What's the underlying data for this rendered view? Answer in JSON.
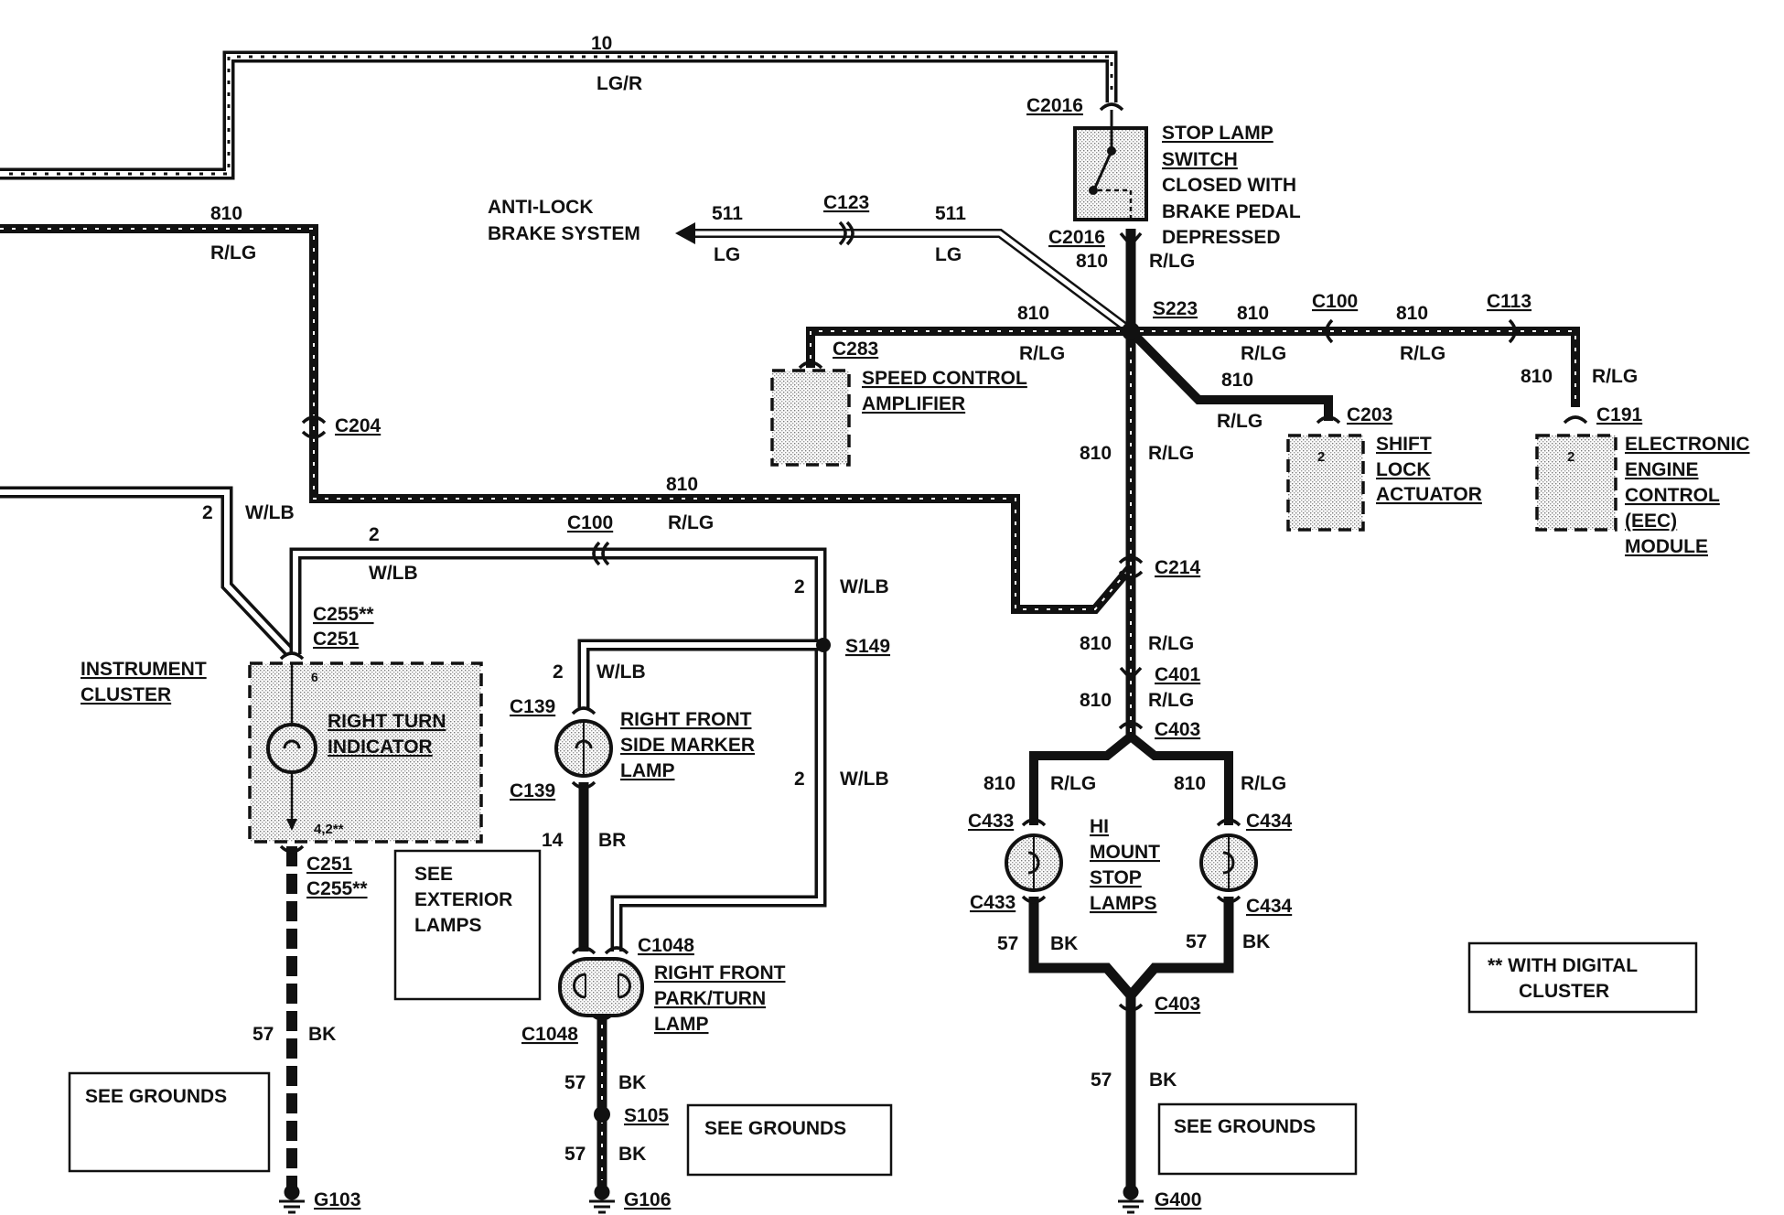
{
  "diagram": {
    "wires": {
      "w10": {
        "num": "10",
        "color": "LG/R"
      },
      "w810_left": {
        "num": "810",
        "color": "R/LG"
      },
      "w511_a": {
        "num": "511",
        "color": "LG"
      },
      "w511_b": {
        "num": "511",
        "color": "LG"
      },
      "w810_switch": {
        "num": "810",
        "color": "R/LG"
      },
      "w810_c283": {
        "num": "810",
        "color": "R/LG"
      },
      "w810_c100": {
        "num": "810",
        "color": "R/LG"
      },
      "w810_c113": {
        "num": "810",
        "color": "R/LG"
      },
      "w810_c203": {
        "num": "810",
        "color": "R/LG"
      },
      "w810_c191": {
        "num": "810",
        "color": "R/LG"
      },
      "w810_trunk": {
        "num": "810",
        "color": "R/LG"
      },
      "w810_mid": {
        "num": "810",
        "color": "R/LG"
      },
      "w2_left": {
        "num": "2",
        "color": "W/LB"
      },
      "w2_top": {
        "num": "2",
        "color": "W/LB"
      },
      "w2_right": {
        "num": "2",
        "color": "W/LB"
      },
      "w2_marker": {
        "num": "2",
        "color": "W/LB"
      },
      "w2_lower": {
        "num": "2",
        "color": "W/LB"
      },
      "w14": {
        "num": "14",
        "color": "BR"
      },
      "w810_c214": {
        "num": "810",
        "color": "R/LG"
      },
      "w810_c401": {
        "num": "810",
        "color": "R/LG"
      },
      "w810_c433": {
        "num": "810",
        "color": "R/LG"
      },
      "w810_c434": {
        "num": "810",
        "color": "R/LG"
      },
      "w57_c433": {
        "num": "57",
        "color": "BK"
      },
      "w57_c434": {
        "num": "57",
        "color": "BK"
      },
      "w57_g400": {
        "num": "57",
        "color": "BK"
      },
      "w57_g103": {
        "num": "57",
        "color": "BK"
      },
      "w57_c1048": {
        "num": "57",
        "color": "BK"
      },
      "w57_g106": {
        "num": "57",
        "color": "BK"
      }
    },
    "connectors": {
      "c2016_top": "C2016",
      "c2016_bot": "C2016",
      "c123": "C123",
      "c283": "C283",
      "c100_810": "C100",
      "c113": "C113",
      "c203": "C203",
      "c191": "C191",
      "c204": "C204",
      "c214": "C214",
      "c401": "C401",
      "c403_top": "C403",
      "c433_top": "C433",
      "c433_bot": "C433",
      "c434_top": "C434",
      "c434_bot": "C434",
      "c403_bot": "C403",
      "c100_wlb": "C100",
      "c255_top": "C255**",
      "c251_top": "C251",
      "c251_bot": "C251",
      "c255_bot": "C255**",
      "c139_top": "C139",
      "c139_bot": "C139",
      "c1048_top": "C1048",
      "c1048_bot": "C1048"
    },
    "splices": {
      "s223": "S223",
      "s149": "S149",
      "s105": "S105"
    },
    "grounds": {
      "g103": "G103",
      "g106": "G106",
      "g400": "G400"
    },
    "pins": {
      "switch_pin": "810",
      "cluster_in": "6",
      "cluster_out": "4,2**",
      "shift_lock": "2",
      "eec": "2"
    },
    "components": {
      "abs": [
        "ANTI-LOCK",
        "BRAKE SYSTEM"
      ],
      "stop_switch": [
        "STOP LAMP",
        "SWITCH",
        "CLOSED WITH",
        "BRAKE PEDAL",
        "DEPRESSED"
      ],
      "speed_amp": [
        "SPEED CONTROL",
        "AMPLIFIER"
      ],
      "shift_lock": [
        "SHIFT",
        "LOCK",
        "ACTUATOR"
      ],
      "eec": [
        "ELECTRONIC",
        "ENGINE",
        "CONTROL",
        "(EEC)",
        "MODULE"
      ],
      "cluster": [
        "INSTRUMENT",
        "CLUSTER"
      ],
      "turn_ind": [
        "RIGHT TURN",
        "INDICATOR"
      ],
      "side_marker": [
        "RIGHT FRONT",
        "SIDE MARKER",
        "LAMP"
      ],
      "park_turn": [
        "RIGHT FRONT",
        "PARK/TURN",
        "LAMP"
      ],
      "hi_mount": [
        "HI",
        "MOUNT",
        "STOP",
        "LAMPS"
      ],
      "see_exterior": [
        "SEE",
        "EXTERIOR",
        "LAMPS"
      ],
      "see_grounds_1": "SEE GROUNDS",
      "see_grounds_2": "SEE GROUNDS",
      "see_grounds_3": "SEE GROUNDS",
      "note": [
        "** WITH DIGITAL",
        "CLUSTER"
      ]
    }
  }
}
